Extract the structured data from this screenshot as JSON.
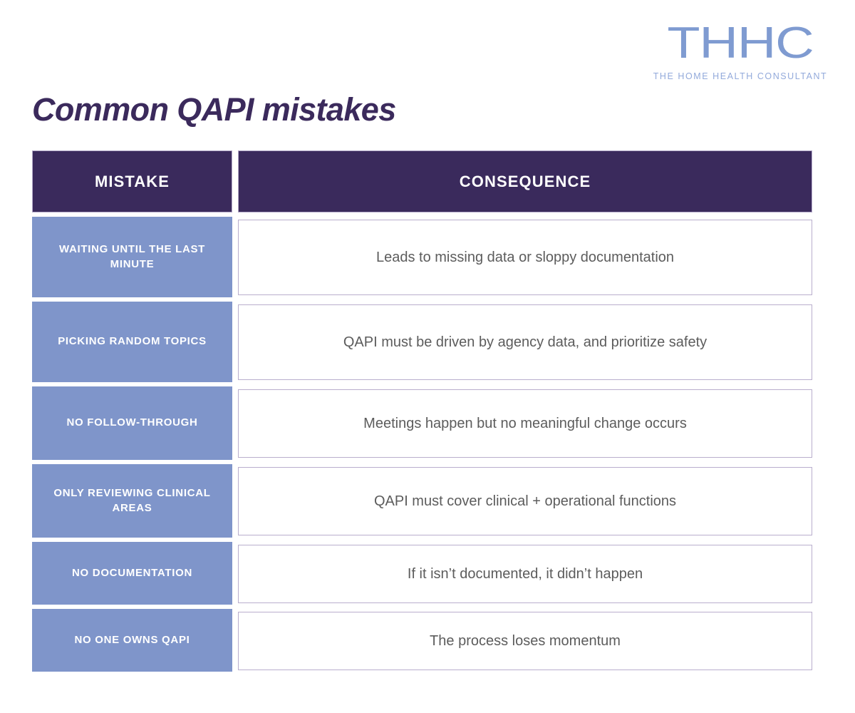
{
  "logo": {
    "mark": "THHC",
    "tagline": "THE HOME HEALTH CONSULTANT",
    "mark_color": "#7f9bd1",
    "tagline_color": "#93aadb"
  },
  "title": "Common QAPI mistakes",
  "colors": {
    "header_bg": "#3a2a5c",
    "mistake_bg": "#7f95ca",
    "cell_border": "#b9aecd",
    "body_text": "#5c5c5c",
    "title_color": "#3b2a5c"
  },
  "table": {
    "columns": [
      "MISTAKE",
      "CONSEQUENCE"
    ],
    "rows": [
      {
        "mistake": "WAITING UNTIL THE LAST MINUTE",
        "consequence": "Leads to missing data or sloppy documentation"
      },
      {
        "mistake": "PICKING RANDOM TOPICS",
        "consequence": "QAPI must be driven by agency data, and prioritize safety"
      },
      {
        "mistake": "NO FOLLOW-THROUGH",
        "consequence": "Meetings happen but no meaningful change occurs"
      },
      {
        "mistake": "ONLY REVIEWING CLINICAL AREAS",
        "consequence": "QAPI must cover clinical + operational functions"
      },
      {
        "mistake": "NO DOCUMENTATION",
        "consequence": "If it isn’t documented, it didn’t happen"
      },
      {
        "mistake": "NO ONE OWNS QAPI",
        "consequence": "The process loses momentum"
      }
    ]
  }
}
